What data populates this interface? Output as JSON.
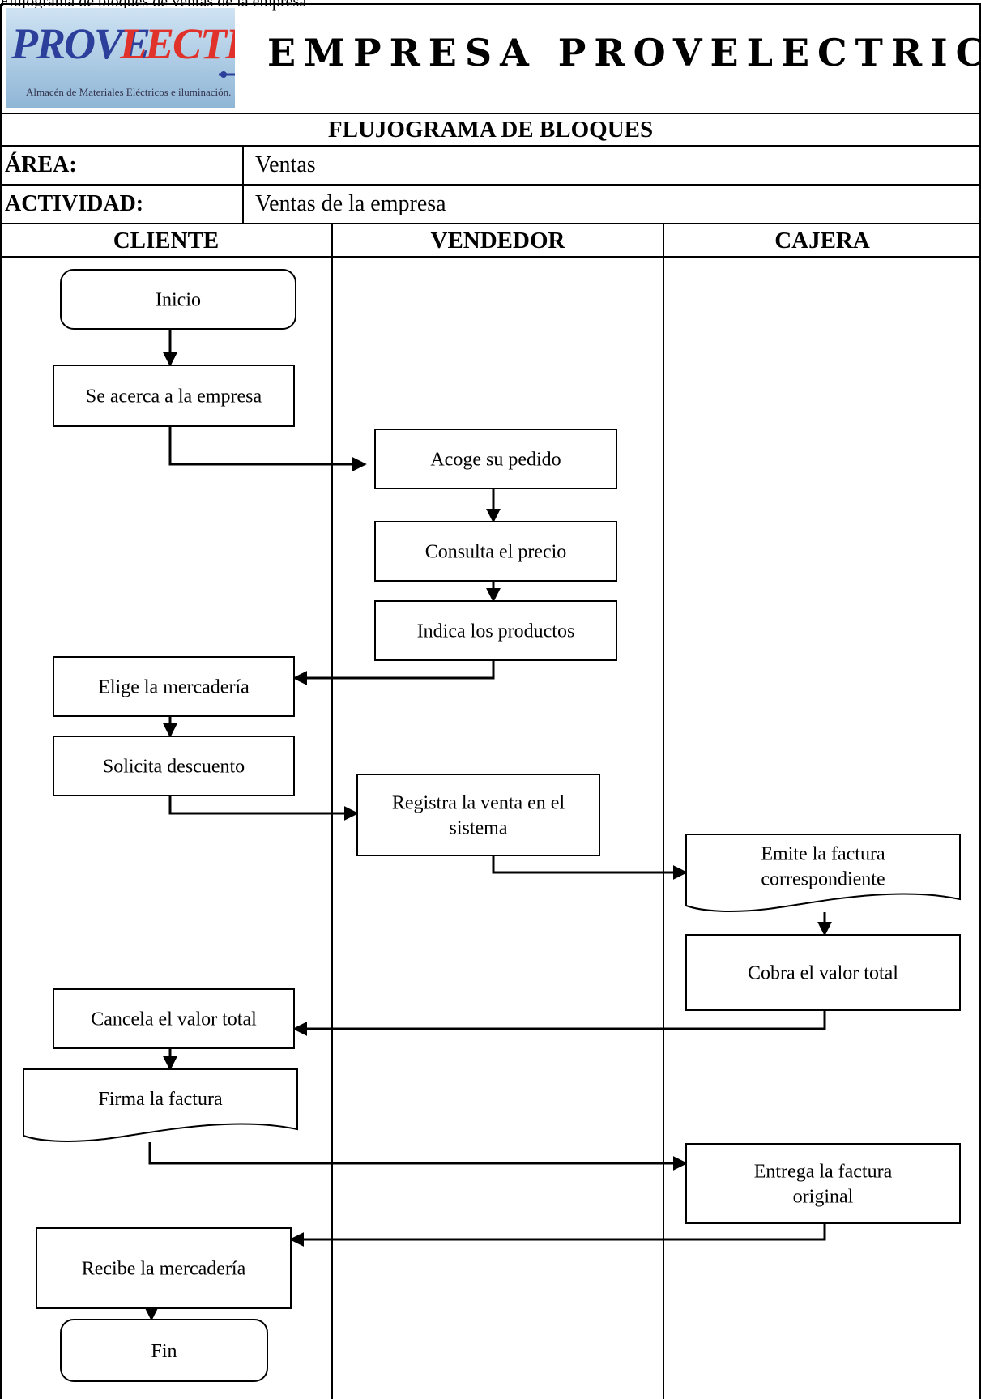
{
  "caption": "Flujograma de bloques de ventas de la empresa",
  "logo": {
    "name": "PROVELECTRIC",
    "tagline": "Almacén de Materiales Eléctricos e iluminación."
  },
  "company_title": "EMPRESA PROVELECTRIC",
  "table": {
    "title": "FLUJOGRAMA DE BLOQUES",
    "area_label": "ÁREA:",
    "area_value": "Ventas",
    "activity_label": "ACTIVIDAD:",
    "activity_value": "Ventas de la empresa",
    "lanes": [
      "CLIENTE",
      "VENDEDOR",
      "CAJERA"
    ]
  },
  "flow": {
    "nodes": [
      {
        "id": "inicio",
        "lane": "CLIENTE",
        "shape": "terminal",
        "lines": [
          "Inicio"
        ]
      },
      {
        "id": "acerca",
        "lane": "CLIENTE",
        "shape": "process",
        "lines": [
          "Se acerca a la empresa"
        ]
      },
      {
        "id": "acoge",
        "lane": "VENDEDOR",
        "shape": "process",
        "lines": [
          "Acoge su pedido"
        ]
      },
      {
        "id": "consulta",
        "lane": "VENDEDOR",
        "shape": "process",
        "lines": [
          "Consulta el precio"
        ]
      },
      {
        "id": "indica",
        "lane": "VENDEDOR",
        "shape": "process",
        "lines": [
          "Indica los productos"
        ]
      },
      {
        "id": "elige",
        "lane": "CLIENTE",
        "shape": "process",
        "lines": [
          "Elige la mercadería"
        ]
      },
      {
        "id": "solicita",
        "lane": "CLIENTE",
        "shape": "process",
        "lines": [
          "Solicita descuento"
        ]
      },
      {
        "id": "registra",
        "lane": "VENDEDOR",
        "shape": "process",
        "lines": [
          "Registra la venta en el",
          "sistema"
        ]
      },
      {
        "id": "emite",
        "lane": "CAJERA",
        "shape": "document",
        "lines": [
          "Emite la factura",
          "correspondiente"
        ]
      },
      {
        "id": "cobra",
        "lane": "CAJERA",
        "shape": "process",
        "lines": [
          "Cobra el valor total"
        ]
      },
      {
        "id": "cancela",
        "lane": "CLIENTE",
        "shape": "process",
        "lines": [
          "Cancela el valor total"
        ]
      },
      {
        "id": "firma",
        "lane": "CLIENTE",
        "shape": "document",
        "lines": [
          "Firma la factura"
        ]
      },
      {
        "id": "entrega",
        "lane": "CAJERA",
        "shape": "process",
        "lines": [
          "Entrega la factura",
          "original"
        ]
      },
      {
        "id": "recibe",
        "lane": "CLIENTE",
        "shape": "process",
        "lines": [
          "Recibe la mercadería"
        ]
      },
      {
        "id": "fin",
        "lane": "CLIENTE",
        "shape": "terminal",
        "lines": [
          "Fin"
        ]
      }
    ],
    "edges": [
      [
        "inicio",
        "acerca"
      ],
      [
        "acerca",
        "acoge"
      ],
      [
        "acoge",
        "consulta"
      ],
      [
        "consulta",
        "indica"
      ],
      [
        "indica",
        "elige"
      ],
      [
        "elige",
        "solicita"
      ],
      [
        "solicita",
        "registra"
      ],
      [
        "registra",
        "emite"
      ],
      [
        "emite",
        "cobra"
      ],
      [
        "cobra",
        "cancela"
      ],
      [
        "cancela",
        "firma"
      ],
      [
        "firma",
        "entrega"
      ],
      [
        "entrega",
        "recibe"
      ],
      [
        "recibe",
        "fin"
      ]
    ]
  }
}
